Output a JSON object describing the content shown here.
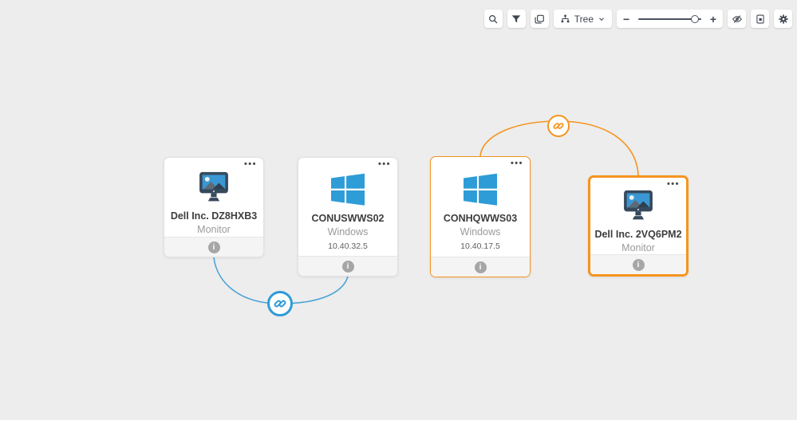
{
  "toolbar": {
    "view_mode": {
      "label": "Tree"
    },
    "zoom_slider": {
      "minus": "−",
      "plus": "+",
      "percent": 90
    },
    "buttons": [
      "search",
      "filter",
      "copy-layout",
      "view-mode-tree",
      "zoom-slider",
      "hide-devices",
      "export-image",
      "settings"
    ]
  },
  "card": {
    "menu_label": "•••",
    "info_glyph": "i"
  },
  "devices": [
    {
      "title": "Dell Inc. DZ8HXB3",
      "type": "Monitor",
      "icon": "monitor-icon",
      "selected": false,
      "highlighted": false
    },
    {
      "title": "CONUSWWS02",
      "type": "Windows",
      "ip": "10.40.32.5",
      "icon": "windows-icon",
      "selected": false,
      "highlighted": false
    },
    {
      "title": "CONHQWWS03",
      "type": "Windows",
      "ip": "10.40.17.5",
      "icon": "windows-icon",
      "selected": false,
      "highlighted": true
    },
    {
      "title": "Dell Inc. 2VQ6PM2",
      "type": "Monitor",
      "icon": "monitor-icon",
      "selected": true,
      "highlighted": false
    }
  ],
  "links": [
    {
      "name": "link-blue",
      "color": "#2e9bd6",
      "from": "Dell Inc. DZ8HXB3",
      "to": "CONUSWWS02"
    },
    {
      "name": "link-orange",
      "color": "#f5941f",
      "from": "CONHQWWS03",
      "to": "Dell Inc. 2VQ6PM2"
    }
  ],
  "colors": {
    "background": "#ededed",
    "accent_blue": "#2e9bd6",
    "accent_orange": "#f5941f",
    "windows_blue": "#2e9cd6",
    "monitor_frame": "#36495c",
    "monitor_screen": "#3b97d3",
    "card_bg": "#ffffff",
    "footer_bg": "#f4f4f4",
    "toolbar_icon": "#3e4652"
  }
}
